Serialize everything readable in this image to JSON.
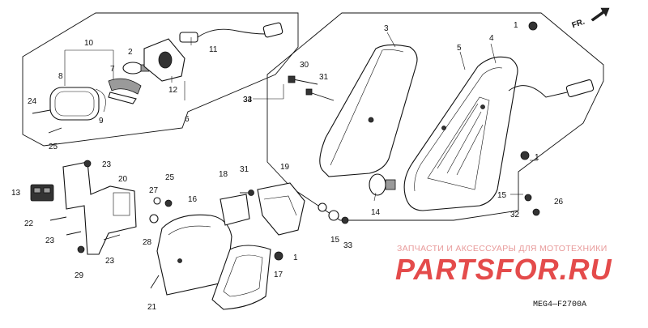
{
  "diagram": {
    "front_label": "FR.",
    "diagram_code": "MEG4—F2700A",
    "watermark_caption": "ЗАПЧАСТИ И АКСЕССУАРЫ ДЛЯ МОТОТЕХНИКИ",
    "watermark_logo": "PARTSFOR.RU",
    "callouts": [
      "1",
      "1",
      "1",
      "2",
      "3",
      "4",
      "5",
      "6",
      "7",
      "8",
      "9",
      "10",
      "11",
      "12",
      "13",
      "14",
      "15",
      "15",
      "16",
      "17",
      "18",
      "19",
      "20",
      "21",
      "22",
      "23",
      "23",
      "23",
      "24",
      "25",
      "25",
      "26",
      "27",
      "28",
      "29",
      "30",
      "31",
      "31",
      "32",
      "33",
      "33",
      "34"
    ]
  }
}
